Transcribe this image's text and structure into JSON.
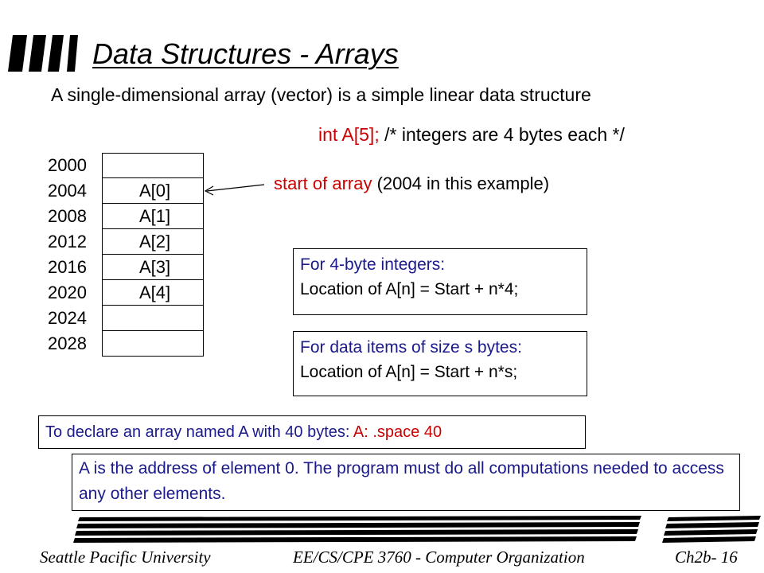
{
  "slide": {
    "title": "Data Structures - Arrays",
    "subtitle": "A single-dimensional array (vector) is a simple linear data structure",
    "declaration_code": "int A[5];",
    "declaration_comment": "/* integers are 4 bytes each */",
    "pointer_label_red": "start of array",
    "pointer_label_rest": " (2004 in this example)"
  },
  "memory": {
    "addresses": [
      "2000",
      "2004",
      "2008",
      "2012",
      "2016",
      "2020",
      "2024",
      "2028"
    ],
    "cells": [
      "",
      "A[0]",
      "A[1]",
      "A[2]",
      "A[3]",
      "A[4]",
      "",
      ""
    ]
  },
  "boxes": {
    "int4_line1": "For 4-byte integers:",
    "int4_line2": "Location of A[n] = Start + n*4;",
    "sizes_line1": "For data items of size s bytes:",
    "sizes_line2": "Location of A[n] = Start + n*s;",
    "declare_text": "To declare an array named A with 40 bytes: ",
    "declare_code": "A:  .space 40",
    "note": "A is the address of element 0. The program must do all computations needed to access any other elements."
  },
  "footer": {
    "left": "Seattle Pacific University",
    "middle": "EE/CS/CPE 3760 - Computer Organization",
    "right": "Ch2b- 16"
  },
  "colors": {
    "accent_red": "#cc0000",
    "accent_navy": "#1a1a8c"
  }
}
